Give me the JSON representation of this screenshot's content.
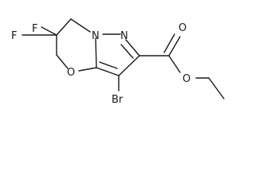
{
  "molecule": {
    "atoms": {
      "f1": "F",
      "f2": "F",
      "n1": "N",
      "n2": "N",
      "o_ring": "O",
      "o_carbonyl": "O",
      "o_ester": "O",
      "br": "Br"
    },
    "colors": {
      "bond": "#1a1a1a",
      "label": "#1a1a1a",
      "background": "#ffffff"
    }
  }
}
